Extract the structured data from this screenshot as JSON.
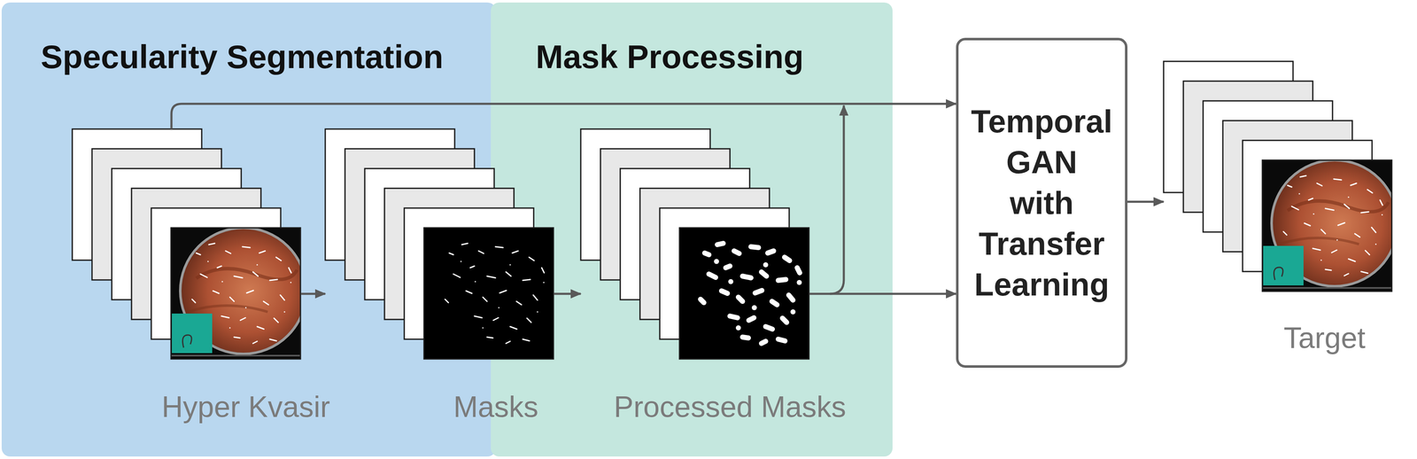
{
  "diagram": {
    "nodes": [
      {
        "text": [
          "Specularity Segmentation"
        ]
      },
      {
        "text": [
          "Hyper Kvasir"
        ],
        "in": 0
      },
      {
        "text": [
          "Masks"
        ]
      },
      {
        "text": [
          "Mask Processing"
        ]
      },
      {
        "text": [
          "Processed Masks"
        ],
        "in": 3
      },
      {
        "text": [
          "Temporal GAN with Transfer Learning"
        ]
      },
      {
        "text": [
          "Target"
        ]
      }
    ],
    "edges": [
      {
        "from": 1,
        "to": 2,
        "arrow": "to"
      },
      {
        "from": 2,
        "to": 4,
        "arrow": "to"
      },
      {
        "from": 1,
        "to": 5,
        "arrow": "to"
      },
      {
        "from": 4,
        "to": 5,
        "arrow": "to"
      },
      {
        "from": 5,
        "to": 6,
        "arrow": "to"
      }
    ]
  }
}
